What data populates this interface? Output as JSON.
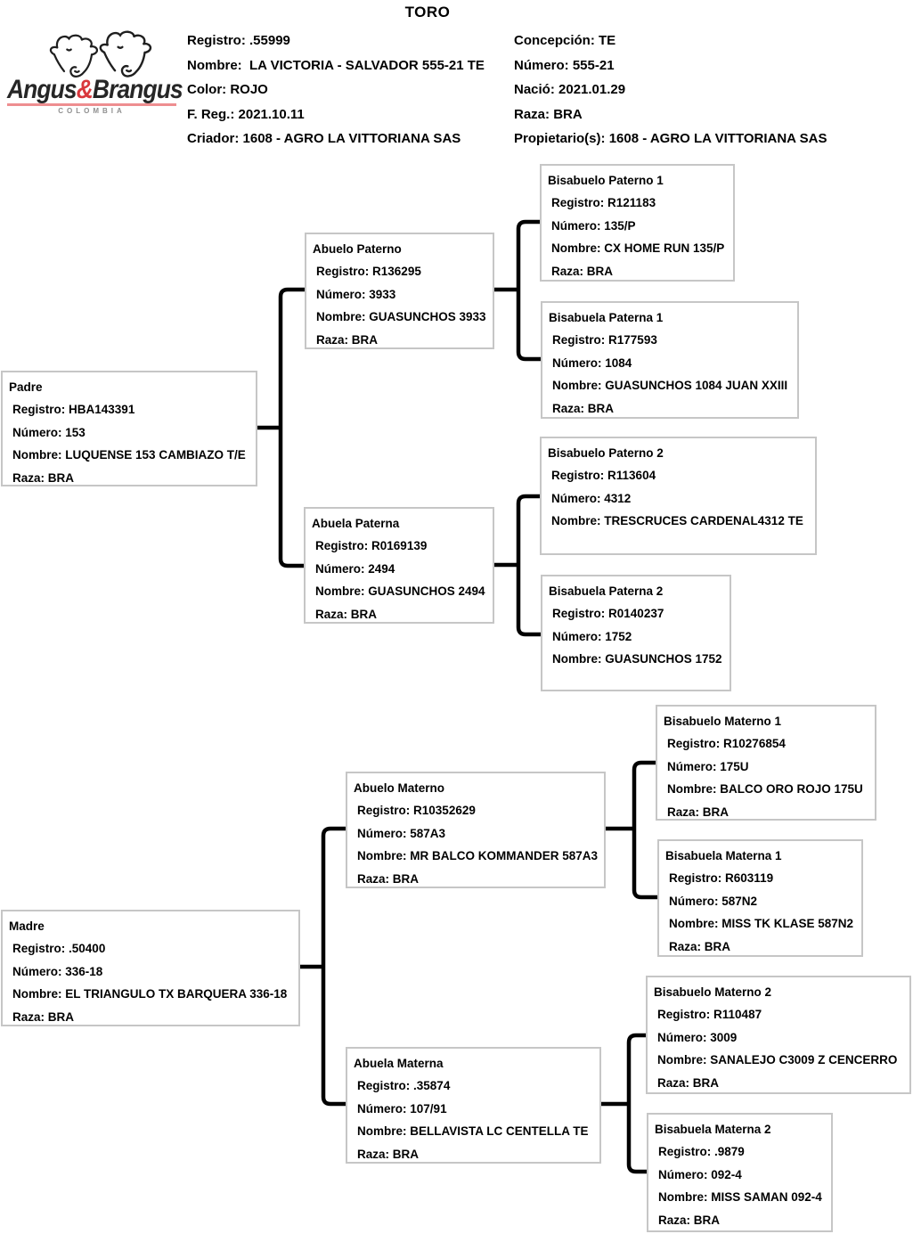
{
  "title": "TORO",
  "logo": {
    "brand_part1": "Angus",
    "brand_amp": "&",
    "brand_part2": "Brangus",
    "country": "COLOMBIA"
  },
  "colors": {
    "accent_red": "#d9373c",
    "underline_red": "#ee8e90",
    "box_border": "#c6c6c6",
    "connector": "#000000",
    "text": "#000000"
  },
  "header": {
    "left_rows": [
      {
        "label": "Registro:",
        "value": ".55999"
      },
      {
        "label": "Nombre:",
        "value": " LA VICTORIA - SALVADOR 555-21 TE"
      },
      {
        "label": "Color:",
        "value": "ROJO"
      },
      {
        "label": "F. Reg.:",
        "value": "2021.10.11"
      },
      {
        "label": "Criador:",
        "value": "1608 - AGRO LA VITTORIANA SAS"
      }
    ],
    "right_rows": [
      {
        "label": "Concepción:",
        "value": "TE"
      },
      {
        "label": "Número:",
        "value": "555-21"
      },
      {
        "label": "Nació:",
        "value": "2021.01.29"
      },
      {
        "label": "Raza:",
        "value": "BRA"
      },
      {
        "label": "Propietario(s):",
        "value": "1608 - AGRO LA VITTORIANA SAS"
      }
    ]
  },
  "pedigree": {
    "nodes": [
      {
        "id": "padre",
        "title": "Padre",
        "rows": [
          {
            "label": "Registro:",
            "value": "HBA143391"
          },
          {
            "label": "Número:",
            "value": "153"
          },
          {
            "label": "Nombre:",
            "value": "LUQUENSE 153 CAMBIAZO T/E"
          },
          {
            "label": "Raza:",
            "value": "BRA"
          }
        ]
      },
      {
        "id": "abuelo-paterno",
        "title": "Abuelo Paterno",
        "rows": [
          {
            "label": "Registro:",
            "value": "R136295"
          },
          {
            "label": "Número:",
            "value": "3933"
          },
          {
            "label": "Nombre:",
            "value": "GUASUNCHOS 3933"
          },
          {
            "label": "Raza:",
            "value": "BRA"
          }
        ]
      },
      {
        "id": "abuela-paterna",
        "title": "Abuela Paterna",
        "rows": [
          {
            "label": "Registro:",
            "value": "R0169139"
          },
          {
            "label": "Número:",
            "value": "2494"
          },
          {
            "label": "Nombre:",
            "value": "GUASUNCHOS 2494"
          },
          {
            "label": "Raza:",
            "value": "BRA"
          }
        ]
      },
      {
        "id": "bisabuelo-paterno-1",
        "title": "Bisabuelo Paterno 1",
        "rows": [
          {
            "label": "Registro:",
            "value": "R121183"
          },
          {
            "label": "Número:",
            "value": "135/P"
          },
          {
            "label": "Nombre:",
            "value": "CX HOME RUN 135/P"
          },
          {
            "label": "Raza:",
            "value": "BRA"
          }
        ]
      },
      {
        "id": "bisabuela-paterna-1",
        "title": "Bisabuela Paterna 1",
        "rows": [
          {
            "label": "Registro:",
            "value": "R177593"
          },
          {
            "label": "Número:",
            "value": "1084"
          },
          {
            "label": "Nombre:",
            "value": "GUASUNCHOS 1084 JUAN XXIII"
          },
          {
            "label": "Raza:",
            "value": "BRA"
          }
        ]
      },
      {
        "id": "bisabuelo-paterno-2",
        "title": "Bisabuelo Paterno 2",
        "rows": [
          {
            "label": "Registro:",
            "value": "R113604"
          },
          {
            "label": "Número:",
            "value": "4312"
          },
          {
            "label": "Nombre:",
            "value": "TRESCRUCES CARDENAL4312 TE"
          }
        ]
      },
      {
        "id": "bisabuela-paterna-2",
        "title": "Bisabuela Paterna 2",
        "rows": [
          {
            "label": "Registro:",
            "value": "R0140237"
          },
          {
            "label": "Número:",
            "value": "1752"
          },
          {
            "label": "Nombre:",
            "value": "GUASUNCHOS 1752"
          }
        ]
      },
      {
        "id": "madre",
        "title": "Madre",
        "rows": [
          {
            "label": "Registro:",
            "value": ".50400"
          },
          {
            "label": "Número:",
            "value": "336-18"
          },
          {
            "label": "Nombre:",
            "value": "EL TRIANGULO TX BARQUERA 336-18"
          },
          {
            "label": "Raza:",
            "value": "BRA"
          }
        ]
      },
      {
        "id": "abuelo-materno",
        "title": "Abuelo Materno",
        "rows": [
          {
            "label": "Registro:",
            "value": "R10352629"
          },
          {
            "label": "Número:",
            "value": "587A3"
          },
          {
            "label": "Nombre:",
            "value": "MR BALCO KOMMANDER 587A3"
          },
          {
            "label": "Raza:",
            "value": "BRA"
          }
        ]
      },
      {
        "id": "abuela-materna",
        "title": "Abuela Materna",
        "rows": [
          {
            "label": "Registro:",
            "value": ".35874"
          },
          {
            "label": "Número:",
            "value": "107/91"
          },
          {
            "label": "Nombre:",
            "value": "BELLAVISTA LC CENTELLA TE"
          },
          {
            "label": "Raza:",
            "value": "BRA"
          }
        ]
      },
      {
        "id": "bisabuelo-materno-1",
        "title": "Bisabuelo Materno 1",
        "rows": [
          {
            "label": "Registro:",
            "value": "R10276854"
          },
          {
            "label": "Número:",
            "value": "175U"
          },
          {
            "label": "Nombre:",
            "value": "BALCO ORO ROJO 175U"
          },
          {
            "label": "Raza:",
            "value": "BRA"
          }
        ]
      },
      {
        "id": "bisabuela-materna-1",
        "title": "Bisabuela Materna 1",
        "rows": [
          {
            "label": "Registro:",
            "value": "R603119"
          },
          {
            "label": "Número:",
            "value": "587N2"
          },
          {
            "label": "Nombre:",
            "value": "MISS TK KLASE 587N2"
          },
          {
            "label": "Raza:",
            "value": "BRA"
          }
        ]
      },
      {
        "id": "bisabuelo-materno-2",
        "title": "Bisabuelo Materno 2",
        "rows": [
          {
            "label": "Registro:",
            "value": "R110487"
          },
          {
            "label": "Número:",
            "value": "3009"
          },
          {
            "label": "Nombre:",
            "value": "SANALEJO C3009 Z CENCERRO"
          },
          {
            "label": "Raza:",
            "value": "BRA"
          }
        ]
      },
      {
        "id": "bisabuela-materna-2",
        "title": "Bisabuela Materna 2",
        "rows": [
          {
            "label": "Registro:",
            "value": ".9879"
          },
          {
            "label": "Número:",
            "value": "092-4"
          },
          {
            "label": "Nombre:",
            "value": "MISS SAMAN 092-4"
          },
          {
            "label": "Raza:",
            "value": "BRA"
          }
        ]
      }
    ]
  }
}
